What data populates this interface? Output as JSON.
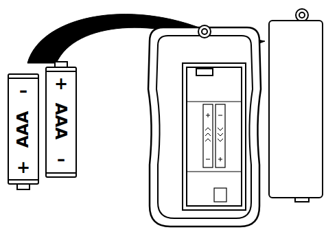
{
  "diagram": {
    "labels": [
      "–",
      "AAA",
      "+",
      "+",
      "AAA",
      "–"
    ]
  }
}
